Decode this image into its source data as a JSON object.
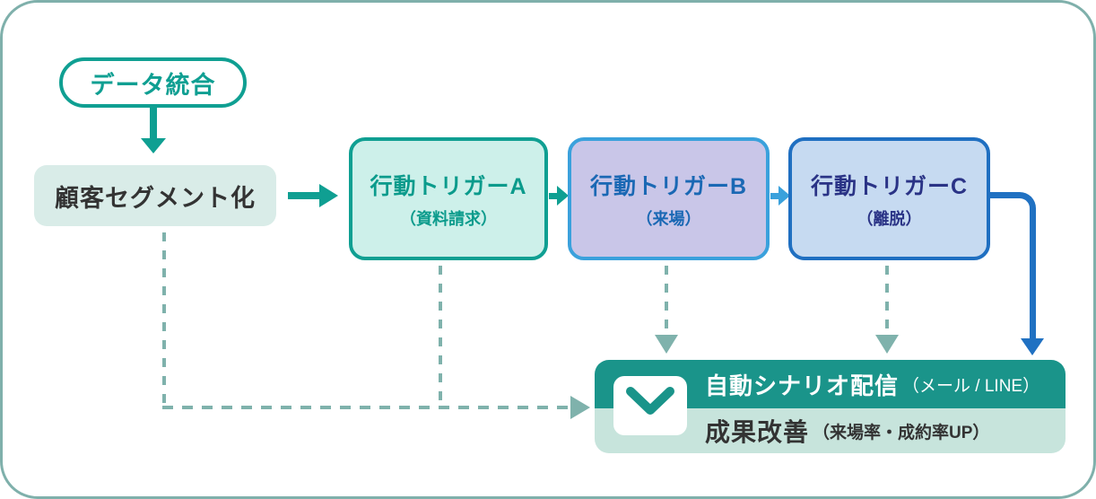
{
  "flow": {
    "data_source": {
      "label": "データ統合"
    },
    "segmentation": {
      "label": "顧客セグメント化"
    },
    "triggers": [
      {
        "label": "行動トリガーA",
        "sub": "（資料請求）"
      },
      {
        "label": "行動トリガーB",
        "sub": "（来場）"
      },
      {
        "label": "行動トリガーC",
        "sub": "（離脱）"
      }
    ],
    "delivery": {
      "label": "自動シナリオ配信",
      "sub": "（メール / LINE）"
    },
    "outcome": {
      "label": "成果改善",
      "sub": "（来場率・成約率UP）"
    }
  },
  "colors": {
    "accent_teal": "#0f9f92",
    "banner_teal": "#1a948a",
    "banner_mint": "#c7e4dc",
    "segment_fill": "#d9ece8",
    "trigger_a_fill": "#cdf0ea",
    "trigger_b_fill": "#c9c6e8",
    "trigger_b_border": "#3aa1dc",
    "trigger_b_text": "#1a68b4",
    "trigger_c_fill": "#c6daf1",
    "trigger_c_border": "#1f6fc1",
    "trigger_c_text": "#2a3386",
    "dashed_connector": "#7fb2ac",
    "elbow_arrow_blue": "#2071c2",
    "card_border": "#7fb0ab"
  }
}
